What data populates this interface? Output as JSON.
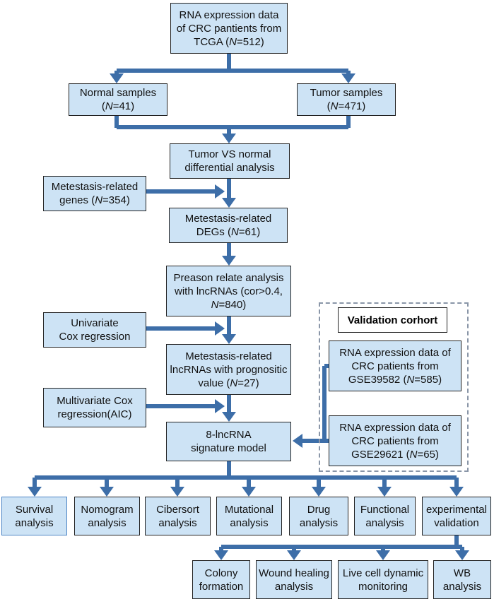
{
  "nodes": {
    "rna_tcga": [
      "RNA expression data",
      "of CRC pantients from",
      "TCGA (N=512)"
    ],
    "normal": [
      "Normal samples",
      "(N=41)"
    ],
    "tumor": [
      "Tumor samples",
      "(N=471)"
    ],
    "diff": [
      "Tumor VS normal",
      "differential analysis"
    ],
    "meta_genes": [
      "Metestasis-related",
      "genes (N=354)"
    ],
    "degs": [
      "Metestasis-related",
      "DEGs (N=61)"
    ],
    "pearson": [
      "Preason relate analysis",
      "with lncRNAs (cor>0.4,",
      "N=840)"
    ],
    "univariate": [
      "Univariate",
      "Cox regression"
    ],
    "lncrnas": [
      "Metestasis-related",
      "lncRNAs with prognositic",
      "value (N=27)"
    ],
    "multivariate": [
      "Multivariate Cox",
      "regression(AIC)"
    ],
    "model": [
      "8-lncRNA",
      "signature model"
    ],
    "validation_title": "Validation corhort",
    "gse39582": [
      "RNA expression data of",
      "CRC patients from",
      "GSE39582 (N=585)"
    ],
    "gse29621": [
      "RNA expression data of",
      "CRC patients from",
      "GSE29621 (N=65)"
    ],
    "survival": [
      "Survival",
      "analysis"
    ],
    "nomogram": [
      "Nomogram",
      "analysis"
    ],
    "cibersort": [
      "Cibersort",
      "analysis"
    ],
    "mutational": [
      "Mutational",
      "analysis"
    ],
    "drug": [
      "Drug",
      "analysis"
    ],
    "functional": [
      "Functional",
      "analysis"
    ],
    "experimental": [
      "experimental",
      "validation"
    ],
    "colony": [
      "Colony",
      "formation"
    ],
    "wound": [
      "Wound healing",
      "analysis"
    ],
    "livecell": [
      "Live cell dynamic",
      "monitoring"
    ],
    "wb": [
      "WB",
      "analysis"
    ]
  },
  "colors": {
    "arrow": "#3d6ea8",
    "box_fill": "#cde3f5",
    "box_border": "#222222"
  }
}
